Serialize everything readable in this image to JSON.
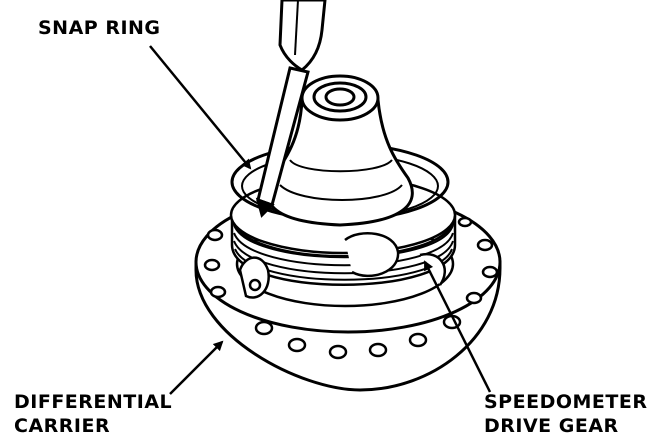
{
  "callouts": {
    "snap_ring": "SNAP RING",
    "differential_carrier": [
      "DIFFERENTIAL",
      "CARRIER"
    ],
    "speedometer_drive_gear": [
      "SPEEDOMETER",
      "DRIVE GEAR"
    ]
  }
}
